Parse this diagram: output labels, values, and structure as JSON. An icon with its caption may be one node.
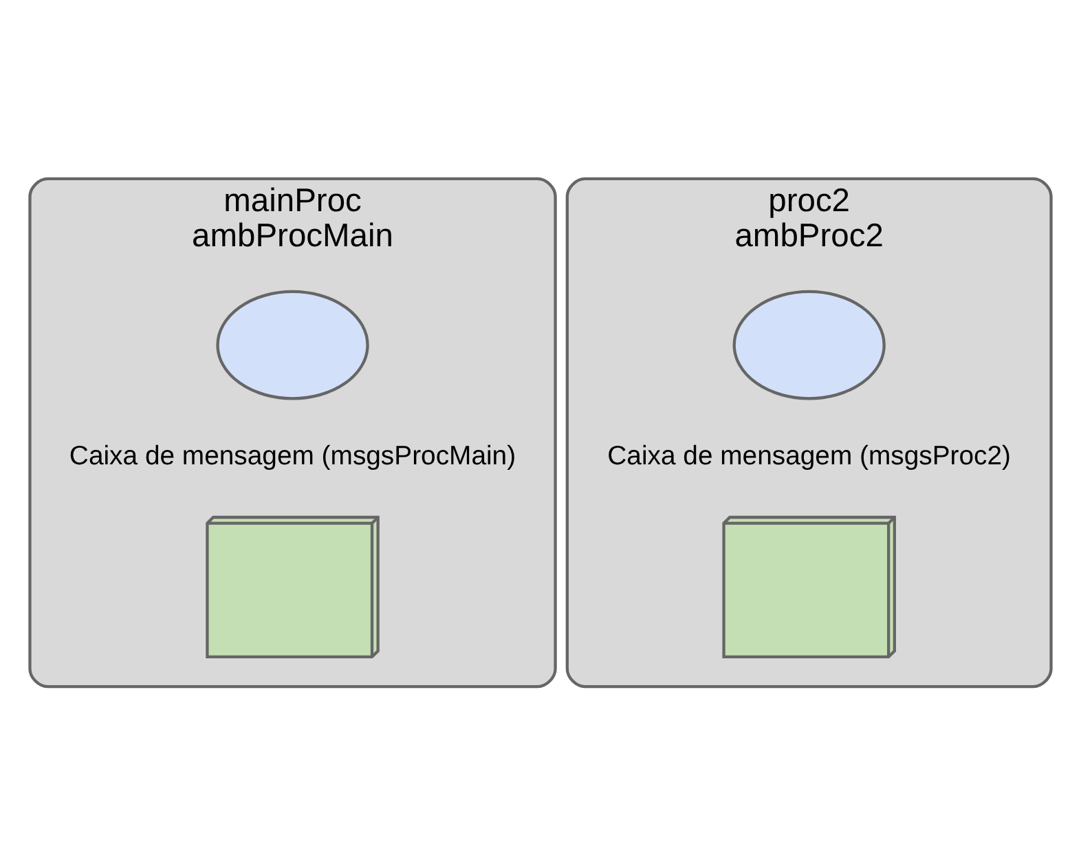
{
  "diagram": {
    "nodes": [
      {
        "text": [
          "mainProc",
          "ambProcMain"
        ]
      },
      {
        "text": [],
        "shape": "ellipse",
        "in": 0
      },
      {
        "text": [],
        "shape": "cube",
        "in": 0,
        "beside": [
          "Caixa de mensagem (msgsProcMain)"
        ]
      },
      {
        "text": [
          "proc2",
          "ambProc2"
        ]
      },
      {
        "text": [],
        "shape": "ellipse",
        "in": 3
      },
      {
        "text": [],
        "shape": "cube",
        "in": 3,
        "beside": [
          "Caixa de mensagem (msgsProc2)"
        ]
      }
    ],
    "edges": []
  }
}
